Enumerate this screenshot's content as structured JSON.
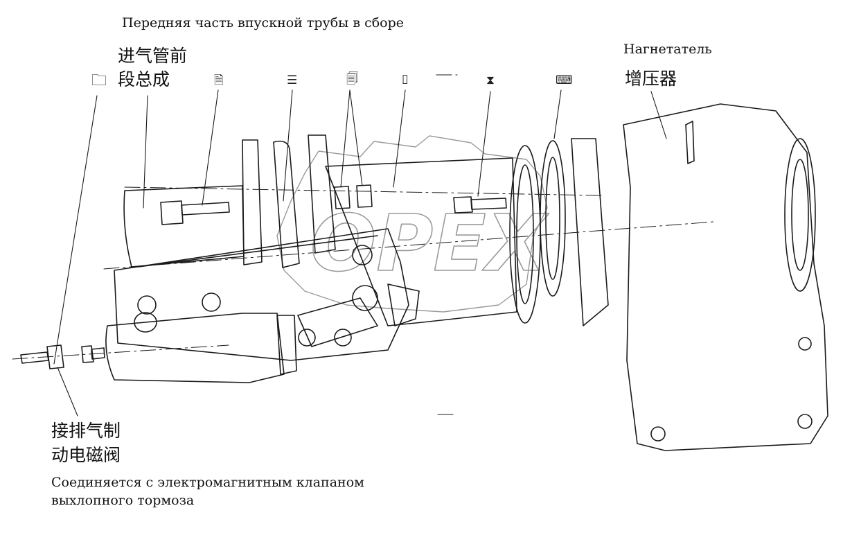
{
  "labels": {
    "title_ru": "Передняя часть впускной трубы в сборе",
    "intake_front_zh_line1": "进气管前",
    "intake_front_zh_line2": "段总成",
    "supercharger_ru": "Нагнетатель",
    "supercharger_zh": "增压器",
    "exhaust_valve_zh_line1": "接排气制",
    "exhaust_valve_zh_line2": "动电磁阀",
    "exhaust_valve_ru_line1": "Соединяется с электромагнитным клапаном",
    "exhaust_valve_ru_line2": "выхлопного тормоза"
  },
  "icons": [
    "folder-icon",
    "document-icon",
    "list-document-icon",
    "stacked-documents-icon",
    "cabinet-icon",
    "hourglass-icon",
    "keyboard-icon"
  ],
  "colors": {
    "line": "#1a1a1a",
    "watermark": "#9a9a9a"
  }
}
